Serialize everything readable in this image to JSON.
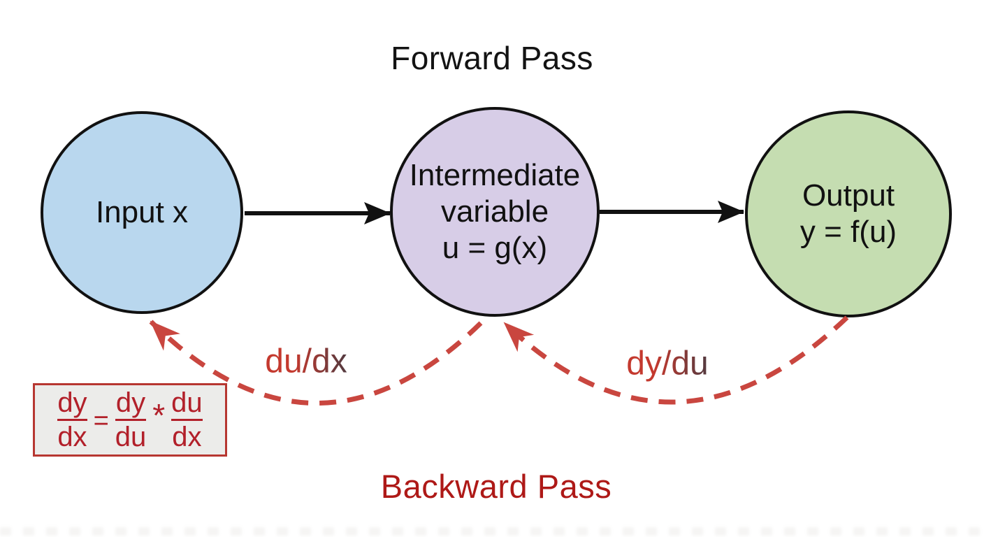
{
  "title": "Forward Pass",
  "backward_title": "Backward Pass",
  "nodes": [
    {
      "name": "input",
      "fill": "#b9d7ee",
      "lines": [
        "Input x"
      ]
    },
    {
      "name": "intermediate",
      "fill": "#d7cde7",
      "lines": [
        "Intermediate",
        "variable",
        "u = g(x)"
      ]
    },
    {
      "name": "output",
      "fill": "#c5ddb1",
      "lines": [
        "Output",
        "y = f(u)"
      ]
    }
  ],
  "forward_edges": [
    {
      "from": "input",
      "to": "intermediate"
    },
    {
      "from": "intermediate",
      "to": "output"
    }
  ],
  "backward_edges": [
    {
      "label": "du/dx",
      "from": "intermediate",
      "to": "input"
    },
    {
      "label": "dy/du",
      "from": "output",
      "to": "intermediate"
    }
  ],
  "formula": {
    "lhs_num": "dy",
    "lhs_den": "dx",
    "equals": "=",
    "mid_num": "dy",
    "mid_den": "du",
    "operator": "*",
    "rhs_num": "du",
    "rhs_den": "dx"
  },
  "colors": {
    "background": "#ffffff",
    "title_black": "#131313",
    "node_border": "#111111",
    "forward_arrow": "#111111",
    "backward_arrow": "#c9463f",
    "edge_label_start": "#c4392e",
    "edge_label_end": "#523a40",
    "formula_red": "#b2202a",
    "formula_border": "#b73731",
    "formula_bg": "#ececea",
    "backward_title_red": "#ae1917"
  }
}
